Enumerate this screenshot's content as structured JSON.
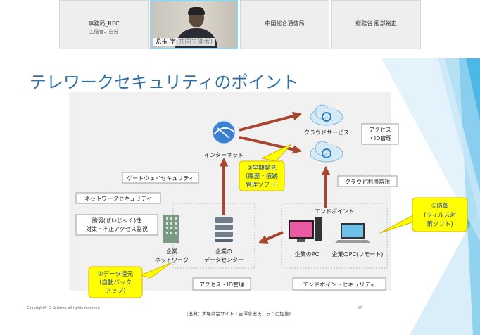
{
  "participants": [
    {
      "name": "事務局_REC",
      "subtitle": "主催者、自分"
    },
    {
      "name": "児玉 学",
      "role": "(共同主催者)"
    },
    {
      "name": "中国総合通信局"
    },
    {
      "name": "総務省 服部裕史"
    }
  ],
  "slide": {
    "title": "テレワークセキュリティのポイント",
    "copyright": "Copyright© G.Kodama all rights reserved",
    "source": "(出典；大塚商会サイト・吉澤亨史氏コラムに加筆)",
    "page_number": "27"
  },
  "diagram": {
    "internet": "インターネット",
    "cloud_service": "クラウドサービス",
    "access_id_top": [
      "アクセス",
      "・ID管理"
    ],
    "gateway_security": "ゲートウェイセキュリティ",
    "cloud_monitoring": "クラウド利用監視",
    "network_security": "ネットワークセキュリティ",
    "vulnerability": [
      "脆弱(ぜいじゃく)性",
      "対策・不正アクセス監視"
    ],
    "corp_network": [
      "企業",
      "ネットワーク"
    ],
    "corp_datacenter": [
      "企業の",
      "データセンター"
    ],
    "endpoint": "エンドポイント",
    "corp_pc": "企業のPC",
    "corp_pc_remote": "企業のPC(リモート)",
    "access_id_bottom": "アクセス・ID管理",
    "endpoint_security": "エンドポイントセキュリティ"
  },
  "callouts": {
    "early_detection": [
      "②早期発見",
      "(履歴・痕跡",
      "管理ソフト)"
    ],
    "defense": [
      "①防御",
      "(ウィルス対",
      "策ソフト)"
    ],
    "data_recovery": [
      "③データ復元",
      "(自動バック",
      "アップ)"
    ]
  },
  "colors": {
    "arrow": "#a8472f",
    "callout_fill": "#ffff00",
    "callout_text": "#1f3fbf",
    "title": "#2f6fa6",
    "accent": "#33a9de"
  }
}
